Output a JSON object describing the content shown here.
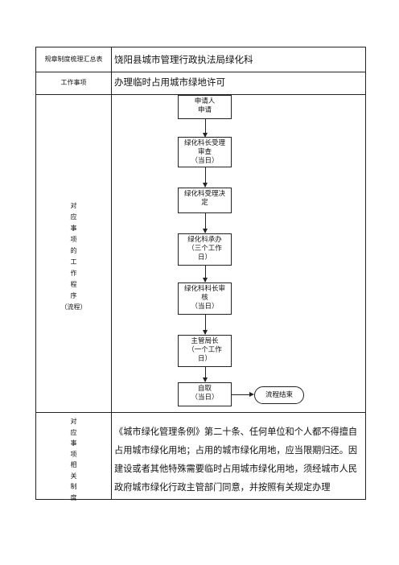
{
  "header": {
    "label": "规章制度梳理汇总表",
    "value": "饶阳县城市管理行政执法局绿化科"
  },
  "item": {
    "label": "工作事项",
    "value": "办理临时占用城市绿地许可"
  },
  "procedure": {
    "label_chars": [
      "对",
      "应",
      "事",
      "项",
      "的",
      "工",
      "作",
      "程",
      "序"
    ],
    "label_suffix": "（流程）",
    "steps": [
      {
        "lines": [
          "申请人",
          "申请"
        ]
      },
      {
        "lines": [
          "绿化科长受理",
          "审查",
          "（当日）"
        ]
      },
      {
        "lines": [
          "绿化科受理决",
          "定"
        ]
      },
      {
        "lines": [
          "绿化科承办",
          "（三个工作",
          "日）"
        ]
      },
      {
        "lines": [
          "绿化科科长审",
          "核",
          "（当日）"
        ]
      },
      {
        "lines": [
          "主管局长",
          "（一个工作",
          "日）"
        ]
      },
      {
        "lines": [
          "自取",
          "（当日）"
        ]
      }
    ],
    "end_label": "流程结束"
  },
  "basis": {
    "label_chars": [
      "对",
      "应",
      "事",
      "项",
      "相",
      "关",
      "制",
      "度"
    ],
    "text": "《城市绿化管理条例》第二十条、任何单位和个人都不得擅自占用城市绿化用地；占用的城市绿化用地，应当限期归还。因建设或者其他特殊需要临时占用城市绿化用地，须经城市人民政府城市绿化行政主管部门同意，并按照有关规定办理"
  }
}
